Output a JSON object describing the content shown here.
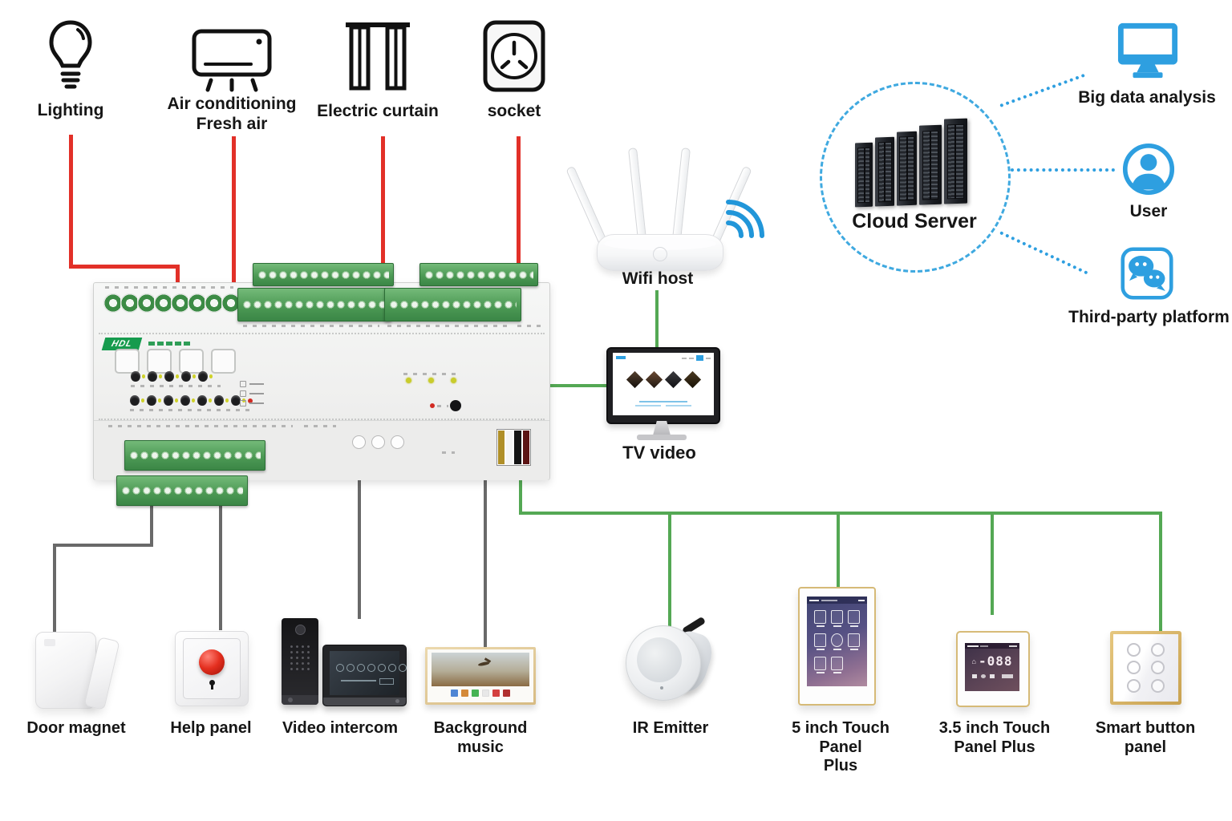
{
  "top_devices": [
    {
      "label": "Lighting",
      "icon": "light-bulb-icon"
    },
    {
      "label": "Air conditioning\nFresh air",
      "icon": "air-conditioner-icon"
    },
    {
      "label": "Electric curtain",
      "icon": "curtain-icon"
    },
    {
      "label": "socket",
      "icon": "power-socket-icon"
    }
  ],
  "controller": {
    "brand": "HDL"
  },
  "hub": {
    "wifi_label": "Wifi host",
    "tv_label": "TV video"
  },
  "cloud": {
    "label": "Cloud Server"
  },
  "cloud_links": [
    {
      "label": "Big data analysis",
      "icon": "monitor-icon"
    },
    {
      "label": "User",
      "icon": "user-icon"
    },
    {
      "label": "Third-party platform",
      "icon": "chat-bubbles-icon"
    }
  ],
  "bottom_left_devices": [
    {
      "label": "Door magnet"
    },
    {
      "label": "Help panel"
    },
    {
      "label": "Video intercom"
    },
    {
      "label": "Background\nmusic"
    }
  ],
  "bottom_right_devices": [
    {
      "label": "IR Emitter"
    },
    {
      "label": "5 inch Touch Panel\nPlus"
    },
    {
      "label": "3.5 inch Touch\nPanel Plus",
      "display": "-088"
    },
    {
      "label": "Smart button\npanel"
    }
  ],
  "colors": {
    "wire_red": "#e23028",
    "wire_green": "#54a854",
    "wire_gray": "#696969",
    "accent_blue": "#2e9fe0",
    "terminal_green": "#4a9b52"
  }
}
